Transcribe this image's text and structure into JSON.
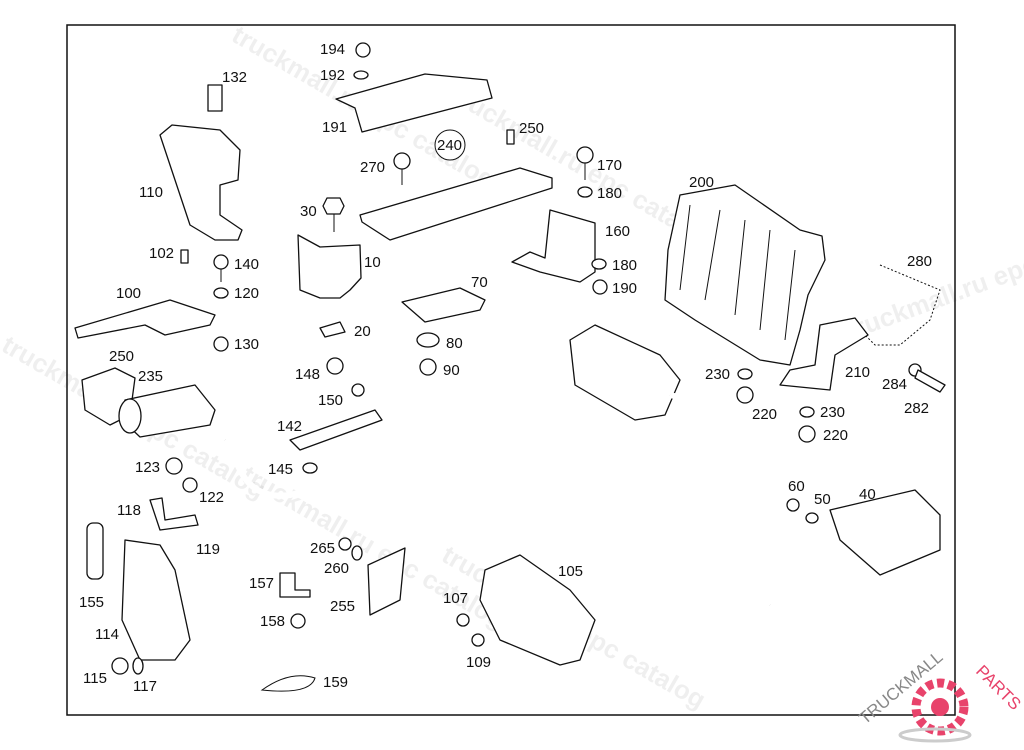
{
  "diagram": {
    "labels": [
      "194",
      "192",
      "191",
      "132",
      "250",
      "240",
      "270",
      "170",
      "180",
      "110",
      "30",
      "160",
      "10",
      "180",
      "190",
      "200",
      "280",
      "102",
      "140",
      "120",
      "100",
      "70",
      "20",
      "80",
      "90",
      "130",
      "250",
      "235",
      "148",
      "230",
      "210",
      "284",
      "282",
      "150",
      "220",
      "230",
      "220",
      "142",
      "123",
      "145",
      "122",
      "60",
      "50",
      "40",
      "118",
      "119",
      "265",
      "260",
      "105",
      "155",
      "157",
      "255",
      "107",
      "114",
      "158",
      "109",
      "115",
      "117",
      "159"
    ]
  },
  "watermark": {
    "text": "truckmall.ru epc catalog"
  },
  "logo": {
    "text_dark": "TRUCKMALL",
    "text_accent": "PARTS",
    "accent_color": "#e8436b",
    "dark_color": "#888888"
  }
}
